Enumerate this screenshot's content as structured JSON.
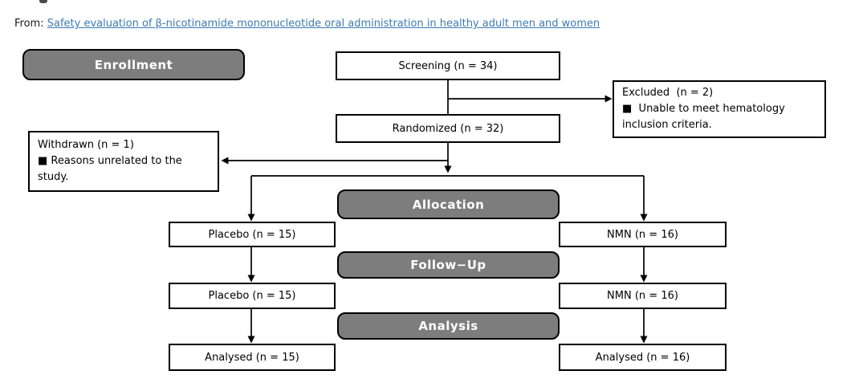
{
  "header": {
    "prefix": "From: ",
    "link": "Safety evaluation of β-nicotinamide mononucleotide oral administration in healthy adult men and women"
  },
  "colors": {
    "badge_fill": "#7d7d7d",
    "badge_text": "#ffffff",
    "box_border": "#000000",
    "link": "#3c7bb2",
    "line": "#000000"
  },
  "diagram": {
    "badges": {
      "enrollment": "Enrollment",
      "allocation": "Allocation",
      "followup": "Follow−Up",
      "analysis": "Analysis"
    },
    "boxes": {
      "screening": "Screening (n = 34)",
      "randomized": "Randomized (n = 32)",
      "excluded": {
        "title": "Excluded  (n = 2)",
        "lines": [
          "■  Unable to meet hematology",
          "inclusion criteria."
        ]
      },
      "withdrawn": {
        "title": "Withdrawn (n = 1)",
        "lines": [
          "■ Reasons unrelated to the study."
        ]
      },
      "placebo_allocated": "Placebo (n = 15)",
      "nmn_allocated": "NMN (n = 16)",
      "placebo_followup": "Placebo (n = 15)",
      "nmn_followup": "NMN (n = 16)",
      "placebo_analysed": "Analysed (n = 15)",
      "nmn_analysed": "Analysed (n = 16)"
    }
  }
}
